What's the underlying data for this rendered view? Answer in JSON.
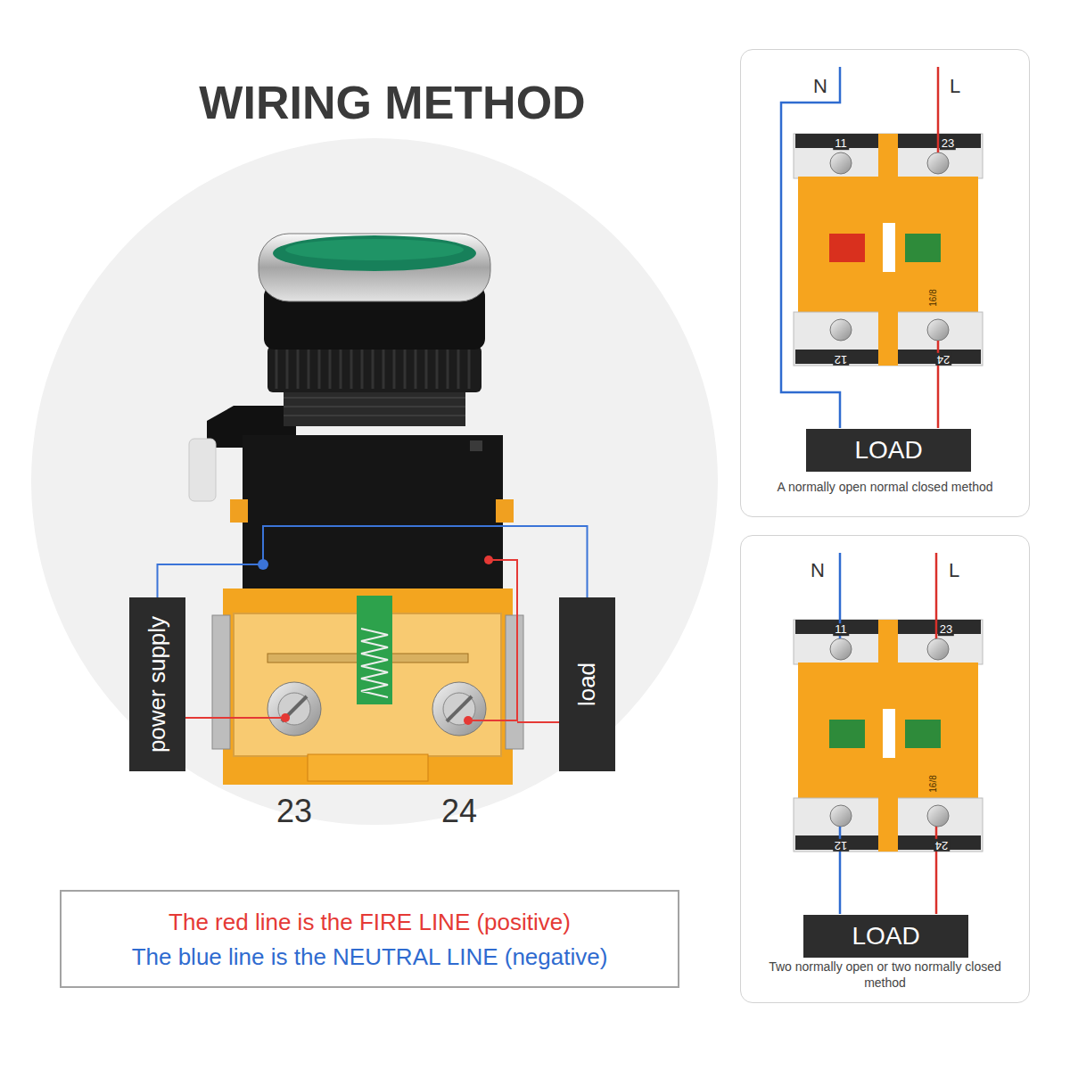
{
  "diagram": {
    "title": "WIRING METHOD",
    "nodes": [
      {
        "text": [
          "power supply"
        ]
      },
      {
        "text": [
          "load"
        ]
      },
      {
        "text": [
          "The red line is the FIRE LINE (positive)",
          "The blue line is the NEUTRAL LINE (negative)"
        ]
      },
      {
        "text": [
          "A normally open normal closed method"
        ]
      },
      {
        "text": [
          "LOAD"
        ],
        "in": 3
      },
      {
        "text": [
          "Two normally open or two normally closed method"
        ]
      },
      {
        "text": [
          "LOAD"
        ],
        "in": 5
      }
    ],
    "edges": [
      {
        "from": 0,
        "to": 1,
        "arrow": "none"
      }
    ],
    "labels": [
      "23",
      "24",
      "N",
      "L",
      "11",
      "23",
      "12",
      "24",
      "16/8",
      "N",
      "L",
      "11",
      "23",
      "12",
      "24",
      "16/8"
    ]
  }
}
